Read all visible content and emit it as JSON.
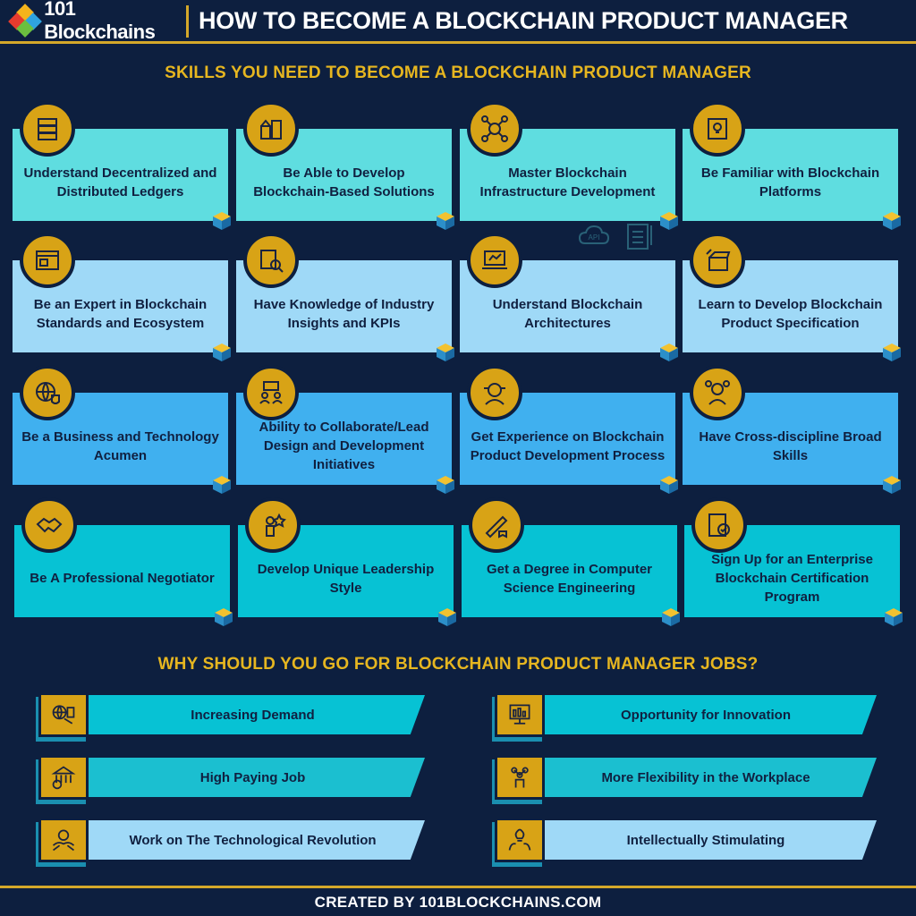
{
  "header": {
    "logo_text": "101 Blockchains",
    "title": "HOW TO BECOME A BLOCKCHAIN PRODUCT MANAGER"
  },
  "skills_section": {
    "title": "SKILLS YOU NEED TO BECOME A BLOCKCHAIN PRODUCT MANAGER",
    "cards": [
      {
        "label": "Understand Decentralized and Distributed Ledgers",
        "icon": "server-stack-icon"
      },
      {
        "label": "Be Able to Develop Blockchain-Based Solutions",
        "icon": "building-blocks-icon"
      },
      {
        "label": "Master Blockchain Infrastructure Development",
        "icon": "network-hub-icon"
      },
      {
        "label": "Be Familiar with Blockchain Platforms",
        "icon": "idea-board-icon"
      },
      {
        "label": "Be an Expert in Blockchain Standards and Ecosystem",
        "icon": "web-window-icon"
      },
      {
        "label": "Have Knowledge of Industry Insights and KPIs",
        "icon": "kpi-search-icon"
      },
      {
        "label": "Understand Blockchain Architectures",
        "icon": "laptop-diagram-icon"
      },
      {
        "label": "Learn to Develop Blockchain Product Specification",
        "icon": "box-tools-icon"
      },
      {
        "label": "Be a Business and Technology Acumen",
        "icon": "globe-shield-icon"
      },
      {
        "label": "Ability to Collaborate/Lead Design and Development Initiatives",
        "icon": "team-meeting-icon"
      },
      {
        "label": "Get Experience on Blockchain Product Development Process",
        "icon": "developer-icon"
      },
      {
        "label": "Have Cross-discipline Broad Skills",
        "icon": "person-gears-icon"
      },
      {
        "label": "Be A Professional Negotiator",
        "icon": "handshake-icon"
      },
      {
        "label": "Develop Unique Leadership Style",
        "icon": "leader-star-icon"
      },
      {
        "label": "Get a Degree in Computer Science Engineering",
        "icon": "diploma-icon"
      },
      {
        "label": "Sign Up for an Enterprise Blockchain Certification Program",
        "icon": "certificate-icon"
      }
    ]
  },
  "why_section": {
    "title": "WHY SHOULD YOU GO FOR BLOCKCHAIN PRODUCT MANAGER JOBS?",
    "items": [
      {
        "label": "Increasing Demand",
        "icon": "global-demand-icon"
      },
      {
        "label": "Opportunity for Innovation",
        "icon": "monitor-chart-icon"
      },
      {
        "label": "High Paying Job",
        "icon": "bank-money-icon"
      },
      {
        "label": "More Flexibility in the Workplace",
        "icon": "hand-network-icon"
      },
      {
        "label": "Work on The Technological Revolution",
        "icon": "hands-gear-icon"
      },
      {
        "label": "Intellectually Stimulating",
        "icon": "hands-bulb-icon"
      }
    ]
  },
  "footer": {
    "text": "CREATED BY 101BLOCKCHAINS.COM"
  },
  "colors": {
    "background": "#0d1f3f",
    "gold": "#d8a316",
    "title_gold": "#e6b620",
    "row1": "#5fdde0",
    "row2": "#9fd9f7",
    "row3": "#40b0ef",
    "row4": "#07c2d4"
  }
}
